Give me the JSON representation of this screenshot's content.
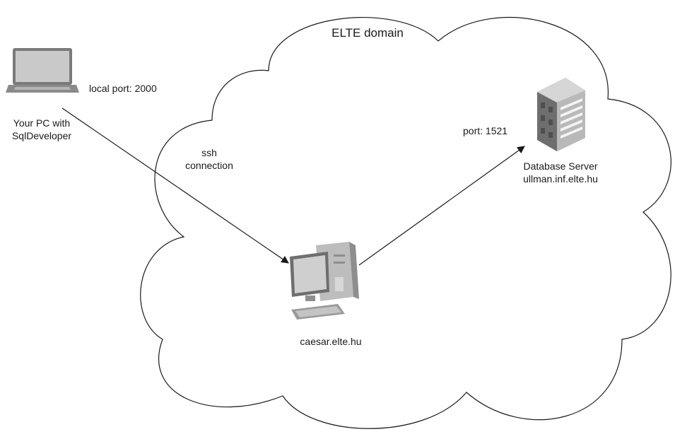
{
  "title": "ELTE domain",
  "nodes": {
    "pc": {
      "line1": "Your PC with",
      "line2": "SqlDeveloper",
      "icon": "laptop-icon"
    },
    "gateway": {
      "label": "caesar.elte.hu",
      "icon": "desktop-computer-icon"
    },
    "db": {
      "line1": "Database Server",
      "line2": "ullman.inf.elte.hu",
      "icon": "office-building-icon"
    }
  },
  "edges": {
    "ssh": {
      "line1": "ssh",
      "line2": "connection"
    },
    "local_port": "local port: 2000",
    "db_port": "port: 1521"
  },
  "colors": {
    "stroke": "#1a1a1a",
    "icon_light": "#c9c9c9",
    "icon_dark": "#6e6e6e"
  }
}
